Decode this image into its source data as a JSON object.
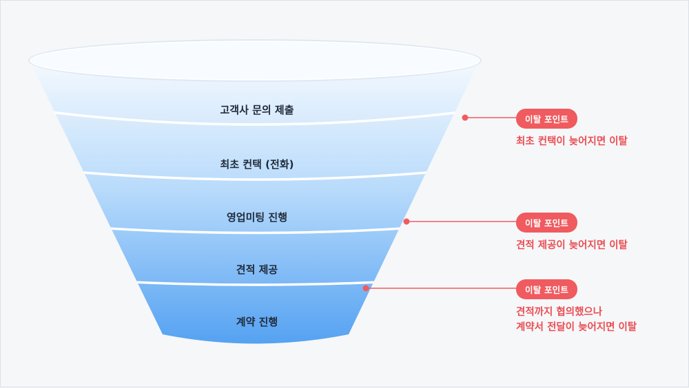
{
  "stages": [
    {
      "label": "고객사 문의 제출"
    },
    {
      "label": "최초 컨택 (전화)"
    },
    {
      "label": "영업미팅 진행"
    },
    {
      "label": "견적 제공"
    },
    {
      "label": "계약 진행"
    }
  ],
  "drop_points": [
    {
      "badge": "이탈 포인트",
      "text_lines": [
        "최초 컨택이 늦어지면 이탈"
      ]
    },
    {
      "badge": "이탈 포인트",
      "text_lines": [
        "견적 제공이 늦어지면 이탈"
      ]
    },
    {
      "badge": "이탈 포인트",
      "text_lines": [
        "견적까지 협의했으나",
        "계약서 전달이 늦어지면 이탈"
      ]
    }
  ],
  "colors": {
    "accent": "#ef5b5f",
    "accent_text": "#ea4d52",
    "funnel_top": "#eef5fd",
    "funnel_bottom": "#5aa6f3",
    "label": "#1f2a3a"
  }
}
